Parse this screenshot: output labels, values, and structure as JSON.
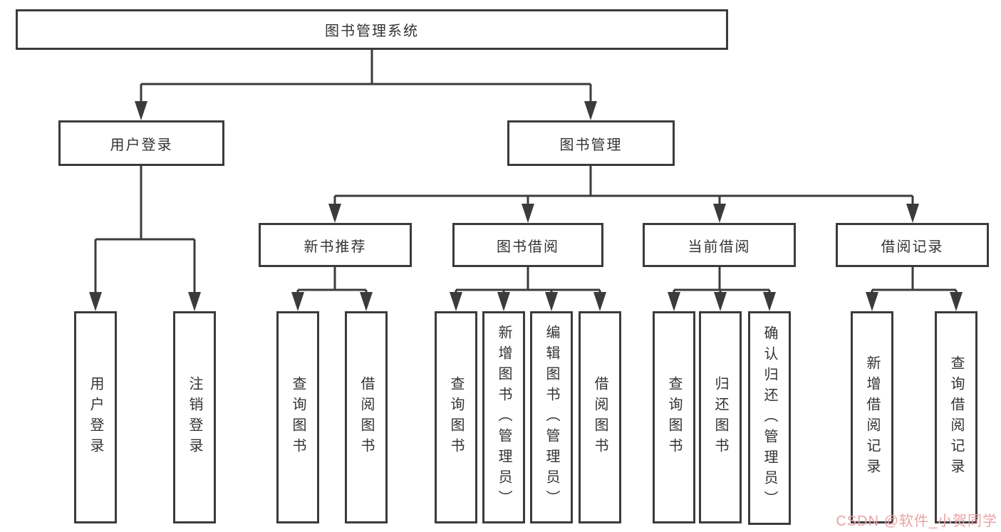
{
  "nodes": {
    "root": "图书管理系统",
    "user_login": "用户登录",
    "book_mgmt": "图书管理",
    "new_books": "新书推荐",
    "book_borrow": "图书借阅",
    "current_borrow": "当前借阅",
    "borrow_records": "借阅记录",
    "leaf_user_login": "用户登录",
    "leaf_logout": "注销登录",
    "leaf_nb_query": "查询图书",
    "leaf_nb_borrow": "借阅图书",
    "leaf_bb_query": "查询图书",
    "leaf_bb_add": "新增图书（管理员）",
    "leaf_bb_edit": "编辑图书（管理员）",
    "leaf_bb_borrow": "借阅图书",
    "leaf_cb_query": "查询图书",
    "leaf_cb_return": "归还图书",
    "leaf_cb_confirm": "确认归还（管理员）",
    "leaf_br_add": "新增借阅记录",
    "leaf_br_query": "查询借阅记录"
  },
  "watermark": "CSDN @软件_小贺同学",
  "colors": {
    "line": "#3b3b3b",
    "text": "#333333",
    "watermark": "#e9a2a6",
    "background": "#ffffff"
  }
}
